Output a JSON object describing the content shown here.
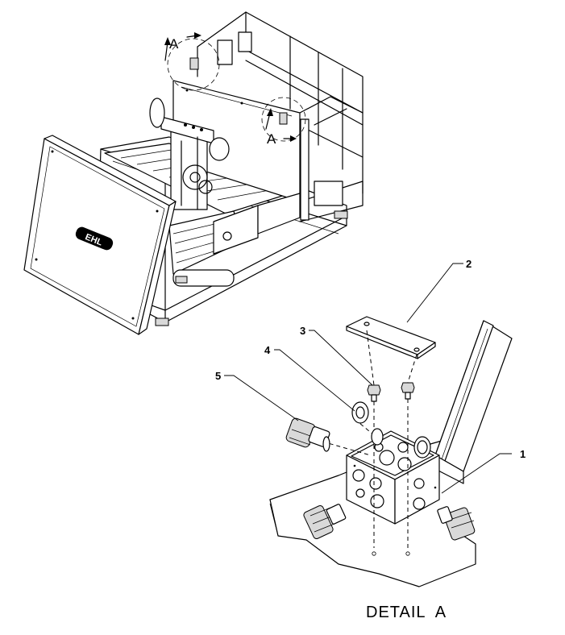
{
  "view_markers": [
    "A",
    "A"
  ],
  "callouts": [
    {
      "id": "1"
    },
    {
      "id": "2"
    },
    {
      "id": "3"
    },
    {
      "id": "4"
    },
    {
      "id": "5"
    }
  ],
  "logo_text": "EHL",
  "detail_title": "DETAIL  A"
}
